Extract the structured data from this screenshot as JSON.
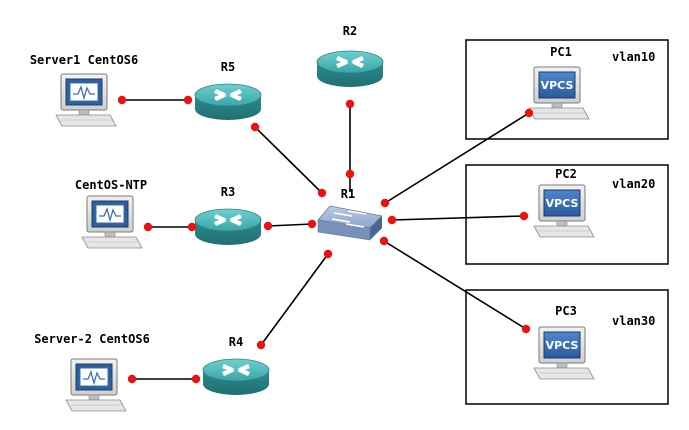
{
  "nodes": {
    "server1": {
      "label": "Server1 CentOS6",
      "kind": "monitor-icon"
    },
    "centos_ntp": {
      "label": "CentOS-NTP",
      "kind": "monitor-icon"
    },
    "server2": {
      "label": "Server-2 CentOS6",
      "kind": "monitor-icon"
    },
    "r1": {
      "label": "R1",
      "kind": "switch-icon"
    },
    "r2": {
      "label": "R2",
      "kind": "router-icon"
    },
    "r3": {
      "label": "R3",
      "kind": "router-icon"
    },
    "r4": {
      "label": "R4",
      "kind": "router-icon"
    },
    "r5": {
      "label": "R5",
      "kind": "router-icon"
    },
    "pc1": {
      "label": "PC1",
      "screen_text": "VPCS",
      "kind": "vpcs-icon"
    },
    "pc2": {
      "label": "PC2",
      "screen_text": "VPCS",
      "kind": "vpcs-icon"
    },
    "pc3": {
      "label": "PC3",
      "screen_text": "VPCS",
      "kind": "vpcs-icon"
    }
  },
  "boxes": {
    "vlan10": {
      "label": "vlan10"
    },
    "vlan20": {
      "label": "vlan20"
    },
    "vlan30": {
      "label": "vlan30"
    }
  },
  "links": [
    {
      "from": "server1",
      "to": "r5"
    },
    {
      "from": "centos_ntp",
      "to": "r3"
    },
    {
      "from": "server2",
      "to": "r4"
    },
    {
      "from": "r5",
      "to": "r1"
    },
    {
      "from": "r2",
      "to": "r1"
    },
    {
      "from": "r3",
      "to": "r1"
    },
    {
      "from": "r4",
      "to": "r1"
    },
    {
      "from": "r1",
      "to": "pc1"
    },
    {
      "from": "r1",
      "to": "pc2"
    },
    {
      "from": "r1",
      "to": "pc3"
    }
  ],
  "colors": {
    "link": "#000000",
    "port_dot": "#ee1111",
    "router": "#3aa5a8",
    "switch": "#8aa3c8",
    "vpcs_screen": "#3a6fb5"
  }
}
